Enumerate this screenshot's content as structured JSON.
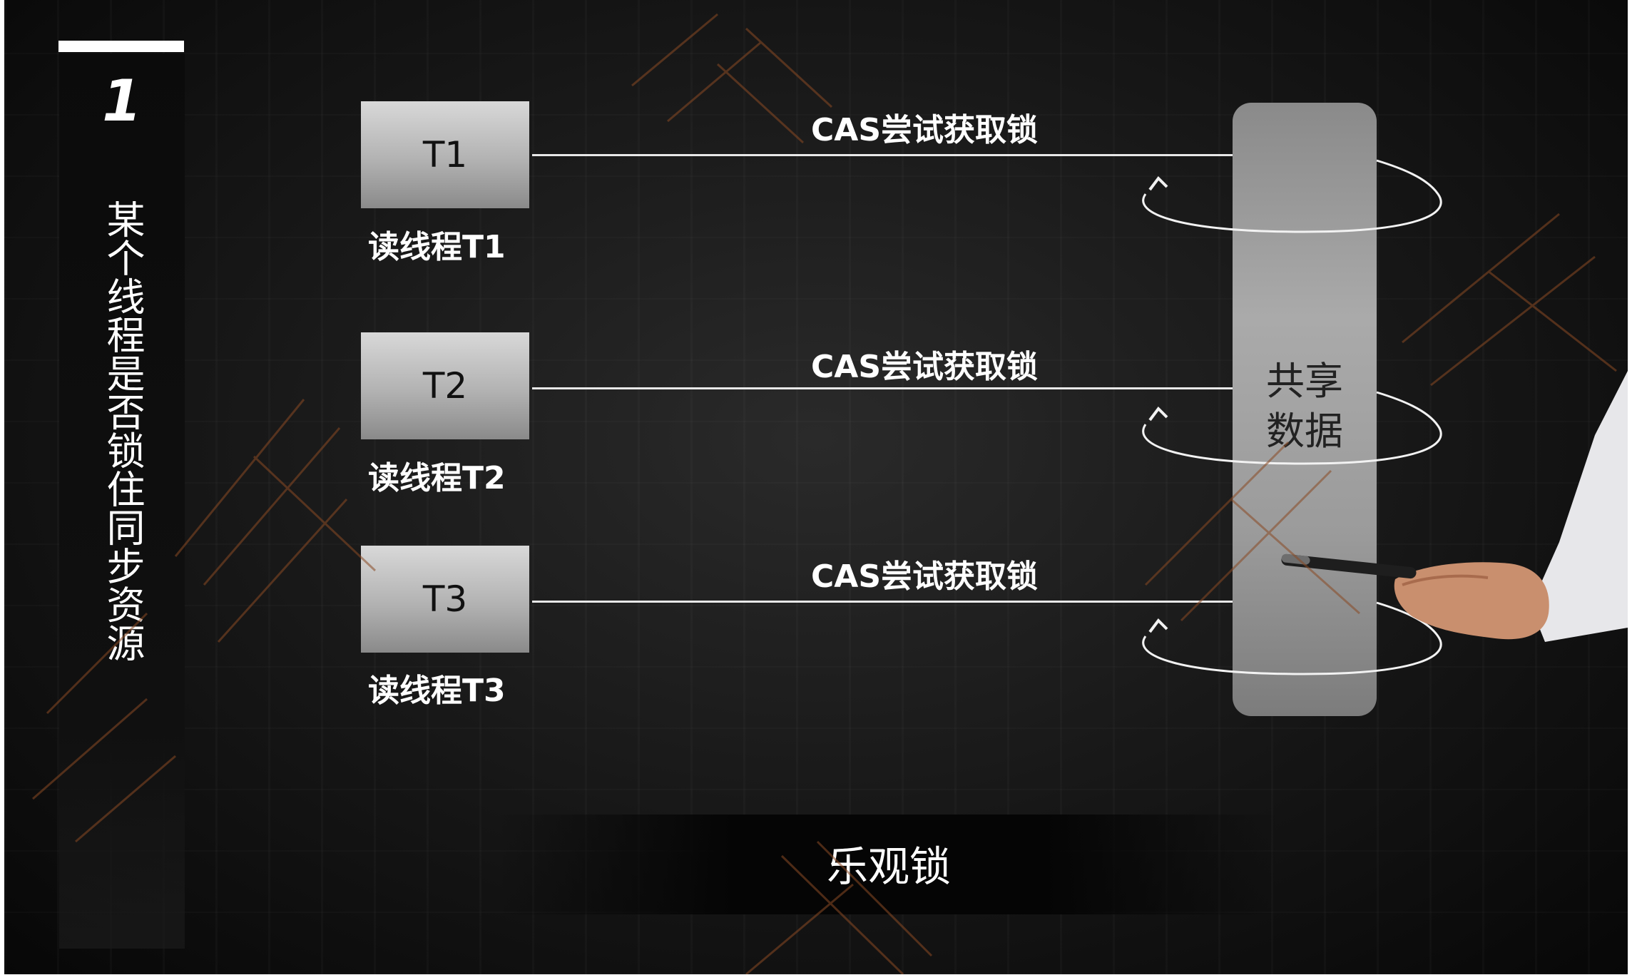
{
  "section_number": "1",
  "side_title": "某个线程是否锁住同步资源",
  "threads": [
    {
      "box_label": "T1",
      "thread_label": "读线程T1",
      "cas_label": "CAS尝试获取锁"
    },
    {
      "box_label": "T2",
      "thread_label": "读线程T2",
      "cas_label": "CAS尝试获取锁"
    },
    {
      "box_label": "T3",
      "thread_label": "读线程T3",
      "cas_label": "CAS尝试获取锁"
    }
  ],
  "shared_data": "共享\n数据",
  "bottom_title": "乐观锁",
  "colors": {
    "background": "#111111",
    "box": "#b2b2b2",
    "shared_bar": "#9b9b9b",
    "text": "#ffffff",
    "watermark": "#a0522d"
  }
}
